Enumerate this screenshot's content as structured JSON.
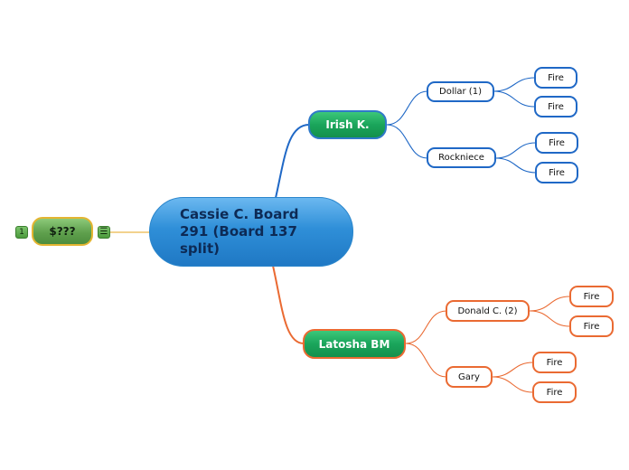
{
  "map": {
    "root": {
      "label": "Cassie C. Board 291 (Board 137 split)"
    },
    "floating": {
      "label": "$???",
      "count_badge": "1",
      "notes_icon": "notes-icon"
    },
    "branches": [
      {
        "label": "Irish K.",
        "color": "#1f68c6",
        "children": [
          {
            "label": "Dollar (1)",
            "children": [
              "Fire",
              "Fire"
            ]
          },
          {
            "label": "Rockniece",
            "children": [
              "Fire",
              "Fire"
            ]
          }
        ]
      },
      {
        "label": "Latosha BM",
        "color": "#ea6a32",
        "children": [
          {
            "label": "Donald C. (2)",
            "children": [
              "Fire",
              "Fire"
            ]
          },
          {
            "label": "Gary",
            "children": [
              "Fire",
              "Fire"
            ]
          }
        ]
      }
    ]
  },
  "colors": {
    "floating_link": "#e9b84a"
  }
}
